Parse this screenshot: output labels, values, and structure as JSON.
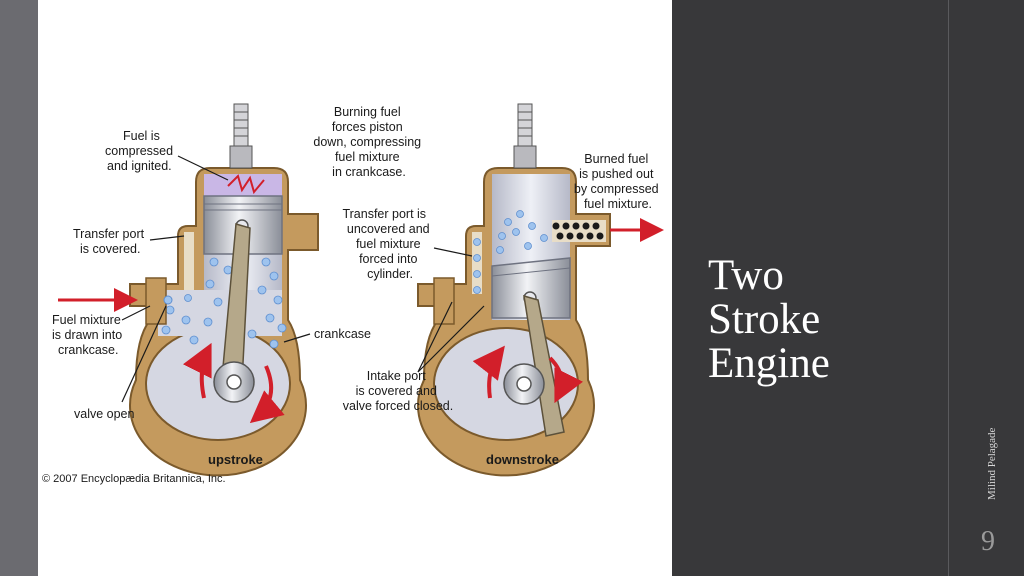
{
  "slide": {
    "title_lines": [
      "Two",
      "Stroke",
      "Engine"
    ],
    "author": "Milind Pelagade",
    "page_number": "9"
  },
  "diagram": {
    "upstroke": {
      "caption": "upstroke",
      "label_compressed": [
        "Fuel is",
        "compressed",
        "and ignited."
      ],
      "label_transfer_covered": [
        "Transfer port",
        "is covered."
      ],
      "label_fuel_drawn": [
        "Fuel mixture",
        "is drawn into",
        "crankcase."
      ],
      "label_valve_open": "valve open",
      "label_burning": [
        "Burning fuel",
        "forces piston",
        "down, compressing",
        "fuel mixture",
        "in crankcase."
      ],
      "label_crankcase": "crankcase"
    },
    "downstroke": {
      "caption": "downstroke",
      "label_transfer_uncovered": [
        "Transfer port is",
        "uncovered and",
        "fuel mixture",
        "forced into",
        "cylinder."
      ],
      "label_burned": [
        "Burned fuel",
        "is pushed out",
        "by compressed",
        "fuel mixture."
      ],
      "label_intake": [
        "Intake port",
        "is covered and",
        "valve forced closed."
      ]
    },
    "copyright": "© 2007 Encyclopædia Britannica, Inc."
  }
}
